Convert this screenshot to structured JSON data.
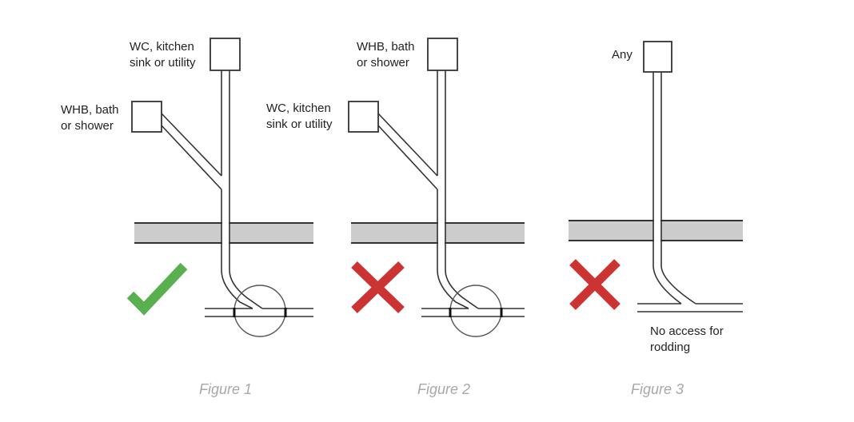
{
  "title": "Drain branch connection rules",
  "colors": {
    "ok": "#5aaf4f",
    "bad": "#cc3333",
    "slab": "#cccccc",
    "caption": "#a8a8a8"
  },
  "figures": [
    {
      "caption": "Figure 1",
      "status": "correct",
      "status_icon": "check-icon",
      "top_label": [
        "WC, kitchen",
        "sink or utility"
      ],
      "branch_label": [
        "WHB, bath",
        "or shower"
      ]
    },
    {
      "caption": "Figure 2",
      "status": "incorrect",
      "status_icon": "cross-icon",
      "top_label": [
        "WHB, bath",
        "or shower"
      ],
      "branch_label": [
        "WC, kitchen",
        "sink or utility"
      ]
    },
    {
      "caption": "Figure 3",
      "status": "incorrect",
      "status_icon": "cross-icon",
      "top_label": [
        "Any"
      ],
      "note": [
        "No access for",
        "rodding"
      ]
    }
  ]
}
